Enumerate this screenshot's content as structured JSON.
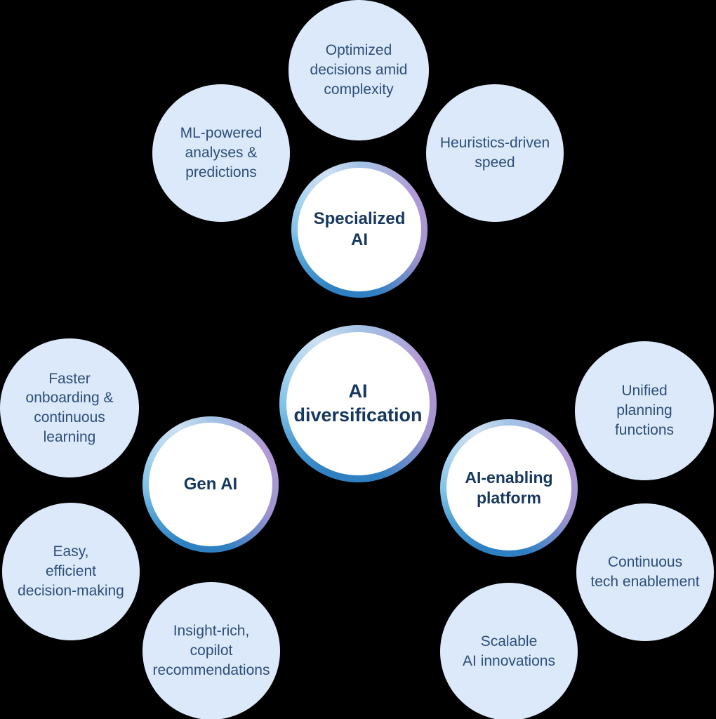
{
  "title": "AI diversification diagram",
  "colors": {
    "background": "#000000",
    "satellite_fill": "#dbe9fb",
    "satellite_text": "#2e4e78",
    "hub_fill": "#ffffff",
    "hub_text": "#16375f",
    "ring_gradient_light_blue": "#7fc3ea",
    "ring_gradient_purple": "#b39bd6",
    "ring_gradient_blue": "#2e80c3"
  },
  "nodes": {
    "center": {
      "label": "AI\ndiversification"
    },
    "specialized": {
      "label": "Specialized\nAI"
    },
    "gen": {
      "label": "Gen AI"
    },
    "platform": {
      "label": "AI-enabling\nplatform"
    },
    "optimized": {
      "label": "Optimized\ndecisions amid\ncomplexity"
    },
    "ml": {
      "label": "ML-powered\nanalyses &\npredictions"
    },
    "heuristics": {
      "label": "Heuristics-driven\nspeed"
    },
    "faster": {
      "label": "Faster\nonboarding &\ncontinuous\nlearning"
    },
    "easy": {
      "label": "Easy,\nefficient\ndecision-making"
    },
    "insight": {
      "label": "Insight-rich,\ncopilot\nrecommendations"
    },
    "unified": {
      "label": "Unified\nplanning\nfunctions"
    },
    "continuous": {
      "label": "Continuous\ntech enablement"
    },
    "scalable": {
      "label": "Scalable\nAI innovations"
    }
  }
}
